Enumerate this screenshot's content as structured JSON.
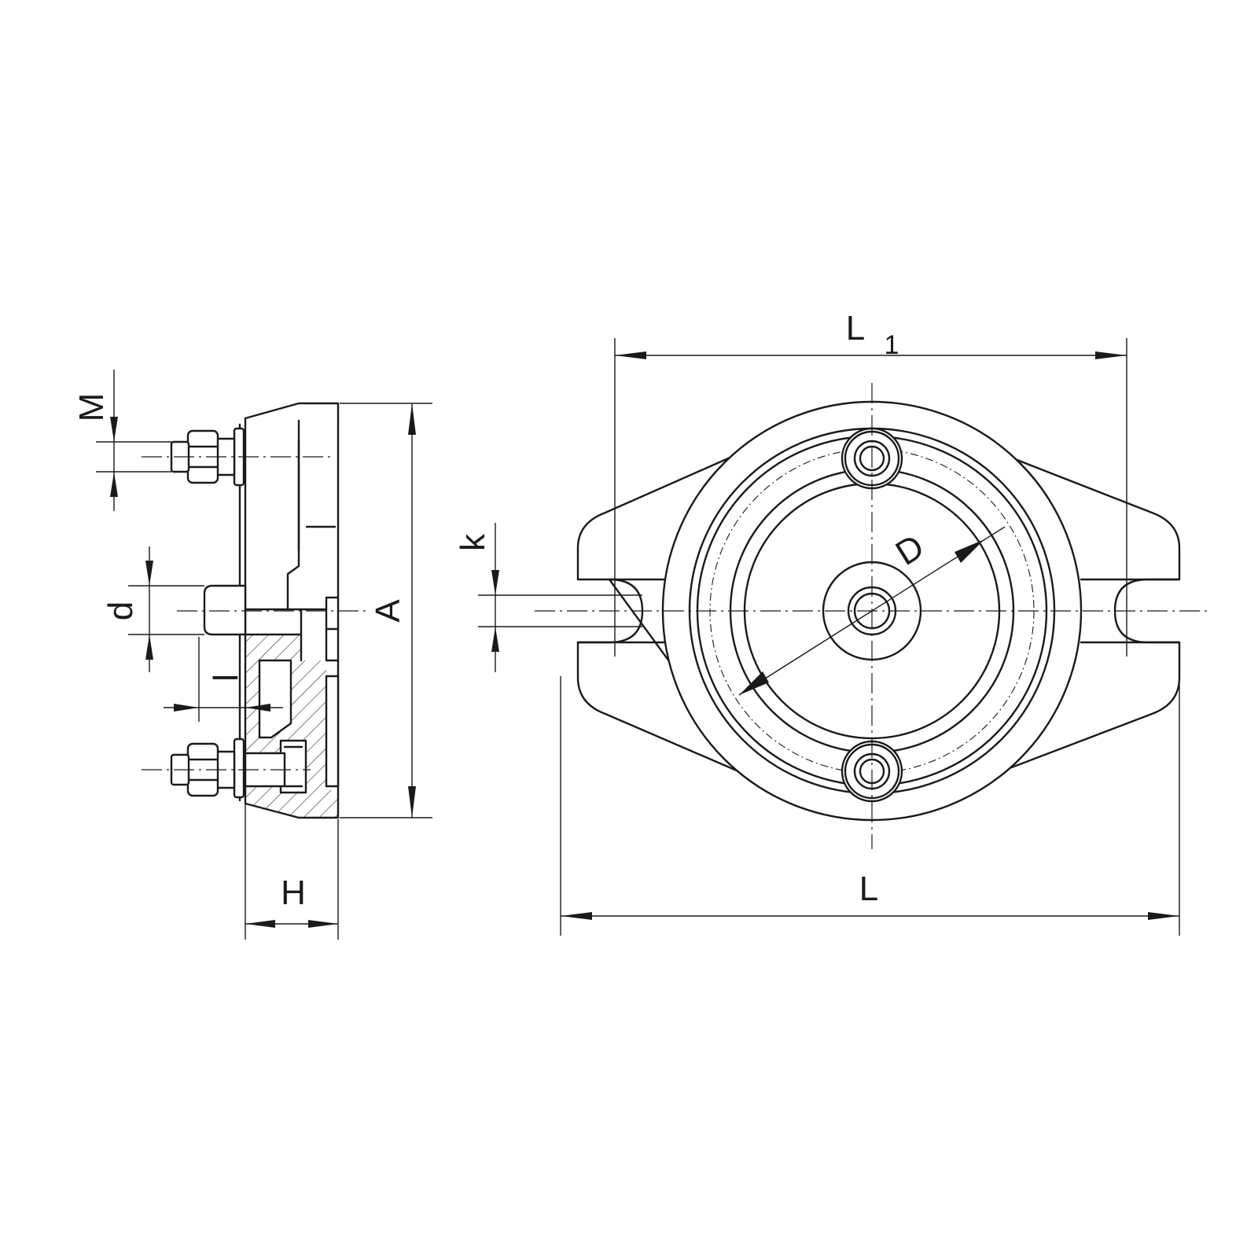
{
  "dimension_labels": {
    "L1_main": "L",
    "L1_sub": "1",
    "L": "L",
    "D": "D",
    "k": "k",
    "A": "A",
    "H": "H",
    "M": "M",
    "d": "d",
    "l": "l"
  }
}
